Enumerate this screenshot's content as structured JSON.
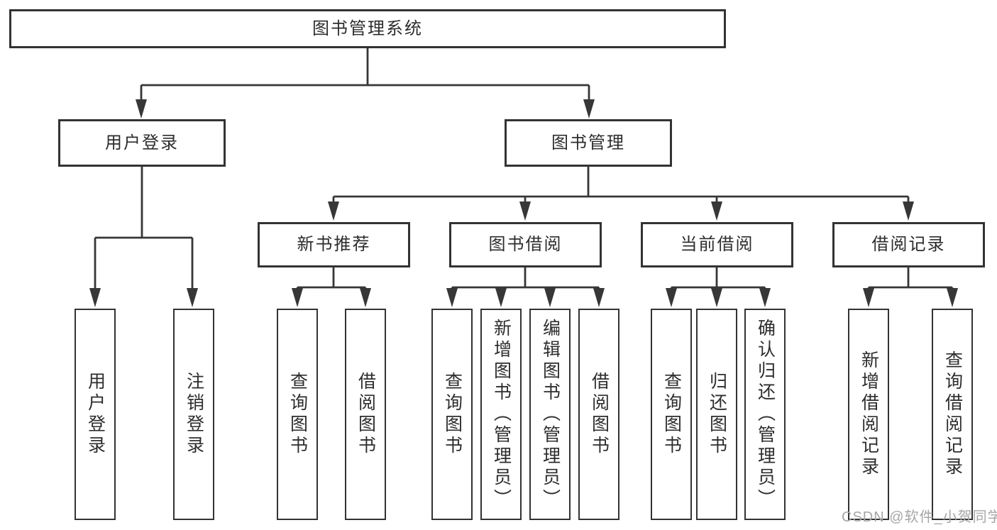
{
  "tree": {
    "root": {
      "label": "图书管理系统"
    },
    "branches": [
      {
        "label": "用户登录",
        "children": [
          {
            "label": "用户登录"
          },
          {
            "label": "注销登录"
          }
        ]
      },
      {
        "label": "图书管理",
        "children": [
          {
            "label": "新书推荐",
            "children": [
              {
                "label": "查询图书"
              },
              {
                "label": "借阅图书"
              }
            ]
          },
          {
            "label": "图书借阅",
            "children": [
              {
                "label": "查询图书"
              },
              {
                "label": "新增图书（管理员）"
              },
              {
                "label": "编辑图书（管理员）"
              },
              {
                "label": "借阅图书"
              }
            ]
          },
          {
            "label": "当前借阅",
            "children": [
              {
                "label": "查询图书"
              },
              {
                "label": "归还图书"
              },
              {
                "label": "确认归还（管理员）"
              }
            ]
          },
          {
            "label": "借阅记录",
            "children": [
              {
                "label": "新增借阅记录"
              },
              {
                "label": "查询借阅记录"
              }
            ]
          }
        ]
      }
    ]
  },
  "watermark": {
    "text": "CSDN @软件_小贺同学"
  },
  "colors": {
    "line": "#373737",
    "border": "#333333",
    "text": "#2d2d2d",
    "watermark": "#a6a6a6",
    "background": "#ffffff"
  }
}
